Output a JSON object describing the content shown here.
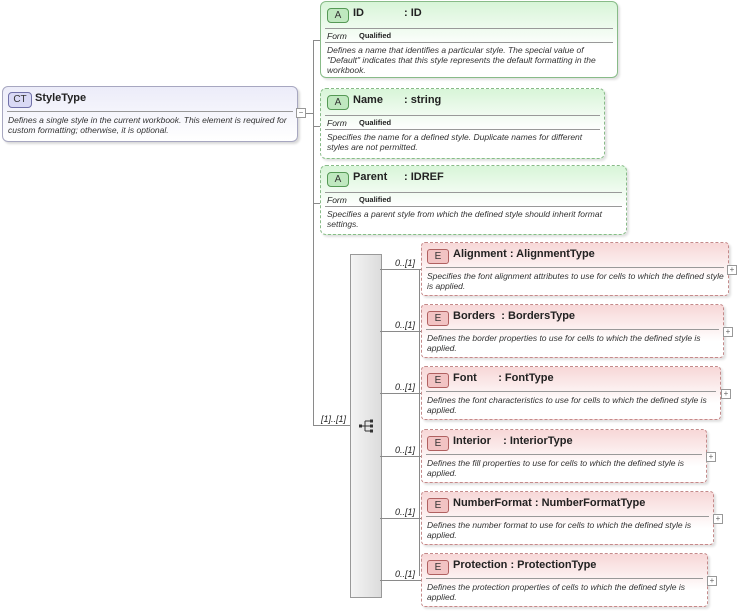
{
  "complex_type": {
    "badge": "CT",
    "name": "StyleType",
    "description": "Defines a single style in the current workbook. This element is required for custom formatting; otherwise, it is optional."
  },
  "attributes": [
    {
      "badge": "A",
      "name": "ID",
      "type": ": ID",
      "form_label": "Form",
      "form_value": "Qualified",
      "description": "Defines a name that identifies a particular style. The special value of \"Default\" indicates that this style represents the default formatting in the workbook."
    },
    {
      "badge": "A",
      "name": "Name",
      "type": ": string",
      "form_label": "Form",
      "form_value": "Qualified",
      "description": "Specifies the name for a defined style. Duplicate names for different styles are not permitted."
    },
    {
      "badge": "A",
      "name": "Parent",
      "type": ": IDREF",
      "form_label": "Form",
      "form_value": "Qualified",
      "description": "Specifies a parent style from which the defined style should inherit format settings."
    }
  ],
  "sequence": {
    "cardinality": "[1]..[1]"
  },
  "elements": [
    {
      "badge": "E",
      "title": "Alignment : AlignmentType",
      "cardinality": "0..[1]",
      "description": "Specifies the font alignment attributes to use for cells to which the defined style is applied."
    },
    {
      "badge": "E",
      "title": "Borders  : BordersType",
      "cardinality": "0..[1]",
      "description": "Defines the border properties to use for cells to which the defined style is applied."
    },
    {
      "badge": "E",
      "title": "Font       : FontType",
      "cardinality": "0..[1]",
      "description": "Defines the font characteristics to use for cells to which the defined style is applied."
    },
    {
      "badge": "E",
      "title": "Interior    : InteriorType",
      "cardinality": "0..[1]",
      "description": "Defines the fill properties to use for cells to which the defined style is applied."
    },
    {
      "badge": "E",
      "title": "NumberFormat : NumberFormatType",
      "cardinality": "0..[1]",
      "description": "Defines the number format to use for cells to which the defined style is applied."
    },
    {
      "badge": "E",
      "title": "Protection : ProtectionType",
      "cardinality": "0..[1]",
      "description": "Defines the protection properties of cells to which the defined style is applied."
    }
  ],
  "expand_symbol": "+",
  "collapse_symbol": "−",
  "colors": {
    "complex_type_fill": "#ececf9",
    "attribute_fill": "#d8f5d8",
    "element_fill": "#f7d7d7"
  }
}
